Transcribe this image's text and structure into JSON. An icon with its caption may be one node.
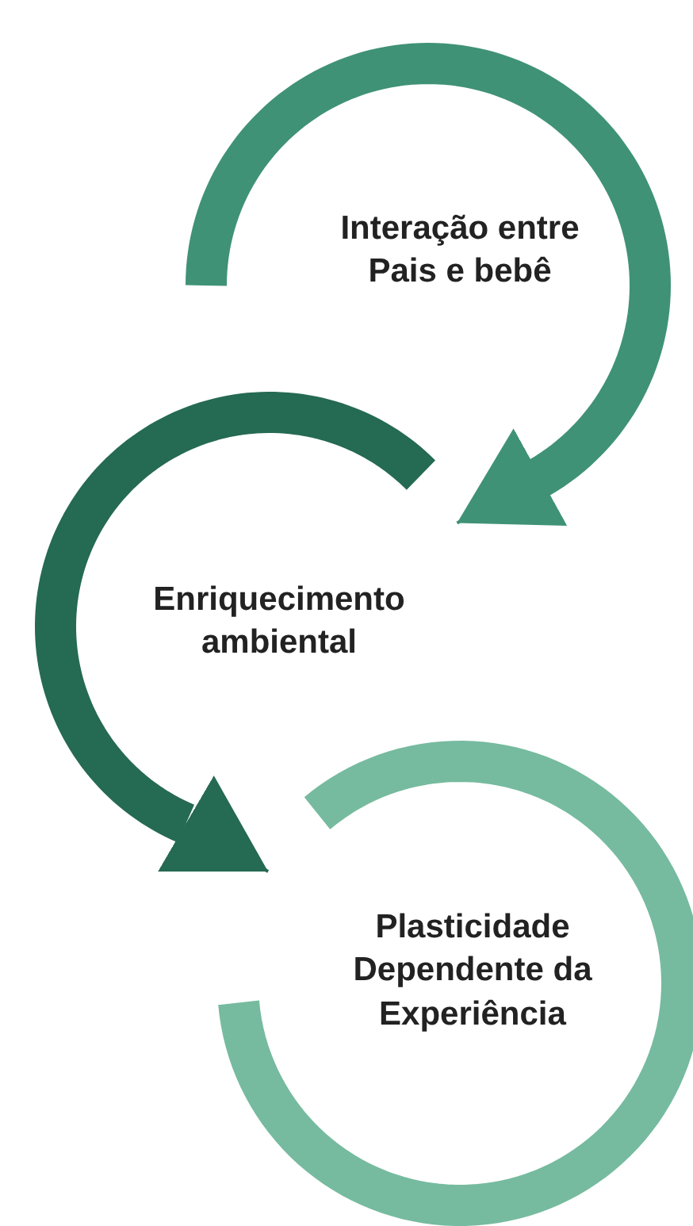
{
  "diagram": {
    "nodes": [
      {
        "text": [
          "Interação entre Pais e bebê"
        ]
      },
      {
        "text": [
          "Enriquecimento ambiental"
        ]
      },
      {
        "text": [
          "Plasticidade Dependente da Experiência"
        ]
      }
    ],
    "edges": [
      {
        "from": 0,
        "to": 1,
        "arrow": "to"
      },
      {
        "from": 1,
        "to": 2,
        "arrow": "to"
      }
    ]
  }
}
